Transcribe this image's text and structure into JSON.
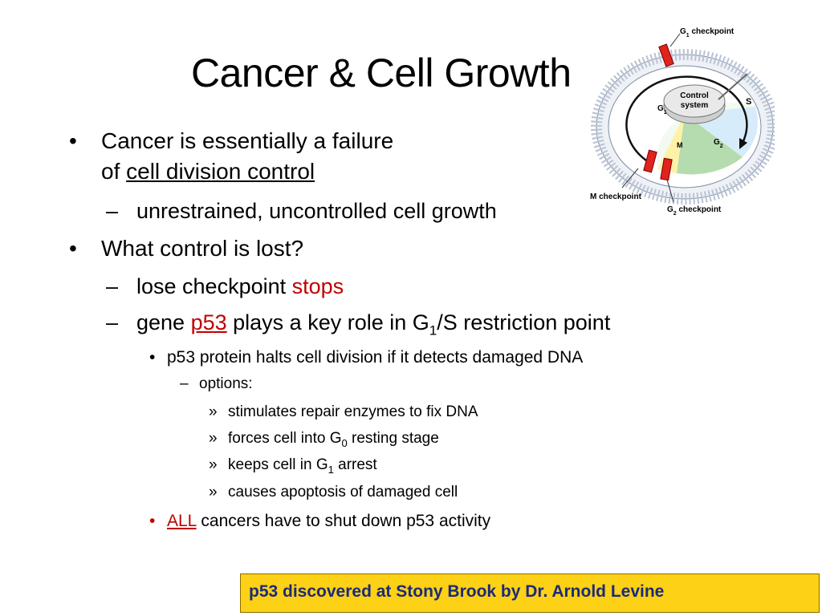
{
  "title": "Cancer & Cell Growth",
  "bullets": {
    "b1_line1": "Cancer is essentially a failure",
    "b1_line2_prefix": "of ",
    "b1_line2_link": "cell division control",
    "b1_sub1": "unrestrained, uncontrolled cell growth",
    "b2": "What control is lost?",
    "b2_sub1_prefix": "lose checkpoint ",
    "b2_sub1_red": "stops",
    "b2_sub2_prefix": "gene ",
    "b2_sub2_link": "p53",
    "b2_sub2_mid": " plays a key role in G",
    "b2_sub2_sub": "1",
    "b2_sub2_suffix": "/S restriction point",
    "b3": "p53 protein halts cell division if it detects damaged DNA",
    "b4": "options:",
    "o1": "stimulates repair enzymes to fix DNA",
    "o2_prefix": "forces cell into G",
    "o2_sub": "0",
    "o2_suffix": " resting stage",
    "o3_prefix": "keeps cell in G",
    "o3_sub": "1",
    "o3_suffix": " arrest",
    "o4": "causes apoptosis of damaged cell",
    "b5_red": "ALL",
    "b5_rest": " cancers have to shut down p53 activity"
  },
  "markers": {
    "bullet": "•",
    "dash": "–",
    "raquo": "»"
  },
  "banner": "p53 discovered at Stony Brook by Dr. Arnold Levine",
  "diagram": {
    "g1_checkpoint": "G",
    "g1_checkpoint_sub": "1",
    "g1_checkpoint_suffix": " checkpoint",
    "m_checkpoint": "M checkpoint",
    "g2_checkpoint": "G",
    "g2_checkpoint_sub": "2",
    "g2_checkpoint_suffix": " checkpoint",
    "control_line1": "Control",
    "control_line2": "system",
    "phase_g1": "G",
    "phase_g1_sub": "1",
    "phase_s": "S",
    "phase_g2": "G",
    "phase_g2_sub": "2",
    "phase_m": "M"
  },
  "colors": {
    "accent_red": "#c00000",
    "banner_bg": "#fcd116",
    "banner_text": "#1b2a7a",
    "checkpoint_red": "#e0231c"
  }
}
